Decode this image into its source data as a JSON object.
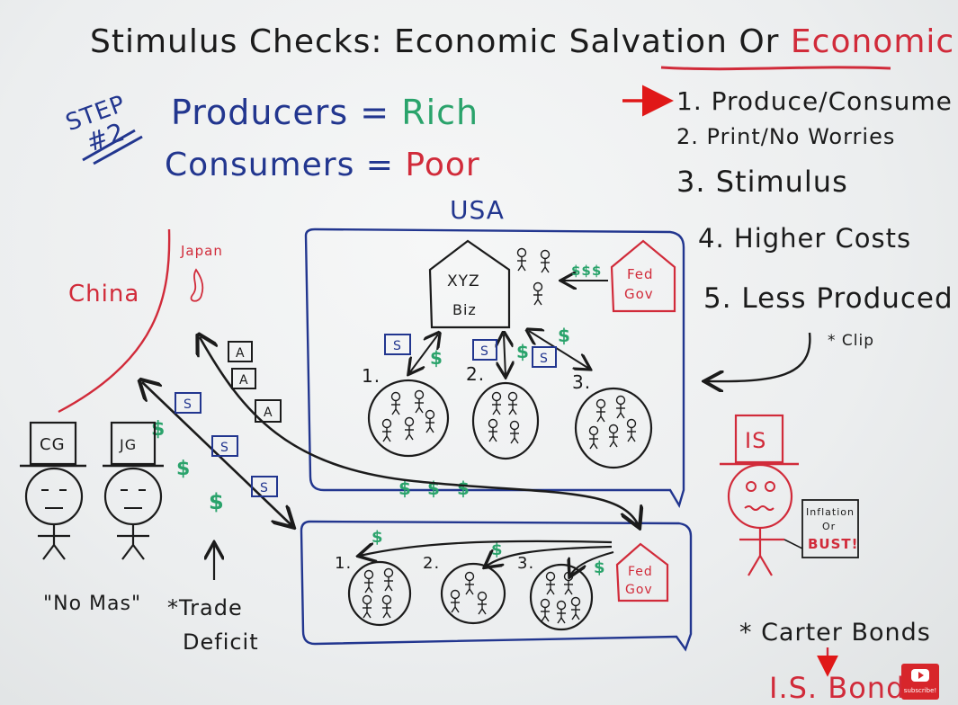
{
  "title": {
    "part1": "Stimulus Checks: Economic Salvation Or ",
    "part2": "Economic Slavery?"
  },
  "step": {
    "label": "STEP",
    "number": "#2"
  },
  "equations": {
    "producers": "Producers =",
    "rich": "Rich",
    "consumers": "Consumers =",
    "poor": "Poor"
  },
  "steps_list": [
    "1. Produce/Consume",
    "2. Print/No Worries",
    "3. Stimulus",
    "4. Higher Costs",
    "5. Less Produced"
  ],
  "clip_note": "* Clip",
  "usa_label": "USA",
  "china_label": "China",
  "japan_label": "Japan",
  "biz_label": {
    "line1": "XYZ",
    "line2": "Biz"
  },
  "fed_gov": {
    "line1": "Fed",
    "line2": "Gov"
  },
  "group_numbers": [
    "1.",
    "2.",
    "3."
  ],
  "s_label": "S",
  "a_label": "A",
  "money_symbols": {
    "single": "$",
    "triple": "$$$"
  },
  "hats": {
    "cg": "CG",
    "jg": "JG",
    "is": "IS"
  },
  "no_mas": "\"No Mas\"",
  "trade_deficit": {
    "line1": "*Trade",
    "line2": "Deficit"
  },
  "inflation_sign": {
    "line1": "Inflation",
    "line2": "Or",
    "line3": "BUST!"
  },
  "carter_bonds": "* Carter Bonds",
  "is_bonds": "I.S. Bonds",
  "subscribe": "subscribe!",
  "colors": {
    "ink": "#1b1b1b",
    "blue": "#22368f",
    "green": "#2aa36b",
    "red": "#d12b3a",
    "arrow": "#e01818"
  }
}
